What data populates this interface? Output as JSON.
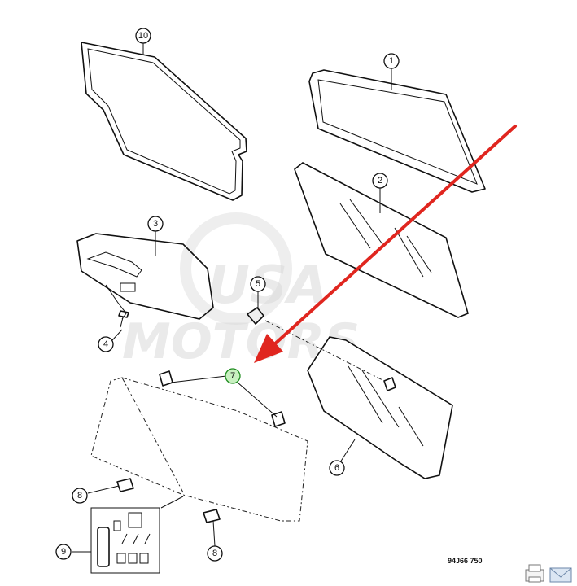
{
  "diagram": {
    "drawing_code": "94J66 750",
    "watermark_line1": "USA",
    "watermark_line2": "MOTORS",
    "callouts": [
      "10",
      "1",
      "2",
      "3",
      "5",
      "4",
      "7",
      "6",
      "8",
      "9",
      "8"
    ],
    "highlighted_callout": "7",
    "colors": {
      "arrow": "#e0261f",
      "highlight_fill": "#c8f0c0",
      "highlight_stroke": "#1f8c1f",
      "watermark": "#d9d9d9"
    }
  },
  "toolbar": {
    "print_icon": "printer-icon",
    "email_icon": "envelope-icon"
  }
}
